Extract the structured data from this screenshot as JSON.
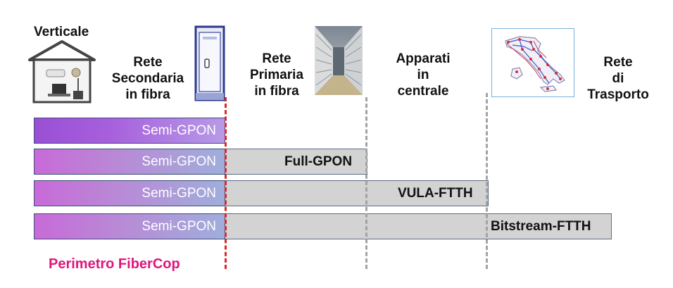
{
  "headers": {
    "verticale": "Verticale",
    "secondaria": [
      "Rete",
      "Secondaria",
      "in fibra"
    ],
    "primaria": [
      "Rete",
      "Primaria",
      "in fibra"
    ],
    "centrale": [
      "Apparati",
      "in",
      "centrale"
    ],
    "trasporto": [
      "Rete",
      "di",
      "Trasporto"
    ]
  },
  "rows": [
    {
      "semi": "Semi-GPON",
      "label": ""
    },
    {
      "semi": "Semi-GPON",
      "label": "Full-GPON"
    },
    {
      "semi": "Semi-GPON",
      "label": "VULA-FTTH"
    },
    {
      "semi": "Semi-GPON",
      "label": "Bitstream-FTTH"
    }
  ],
  "perimeter": "Perimetro FiberCop",
  "colors": {
    "perimeter_text": "#e0157a",
    "perimeter_line": "#d62a2a",
    "bar_gray": "#d3d3d3",
    "semi_gradient_start": "#c86ad8",
    "divider": "#a3a3a3"
  },
  "icons": [
    "house-icon",
    "cabinet-icon",
    "central-office-photo",
    "italy-network-map"
  ]
}
